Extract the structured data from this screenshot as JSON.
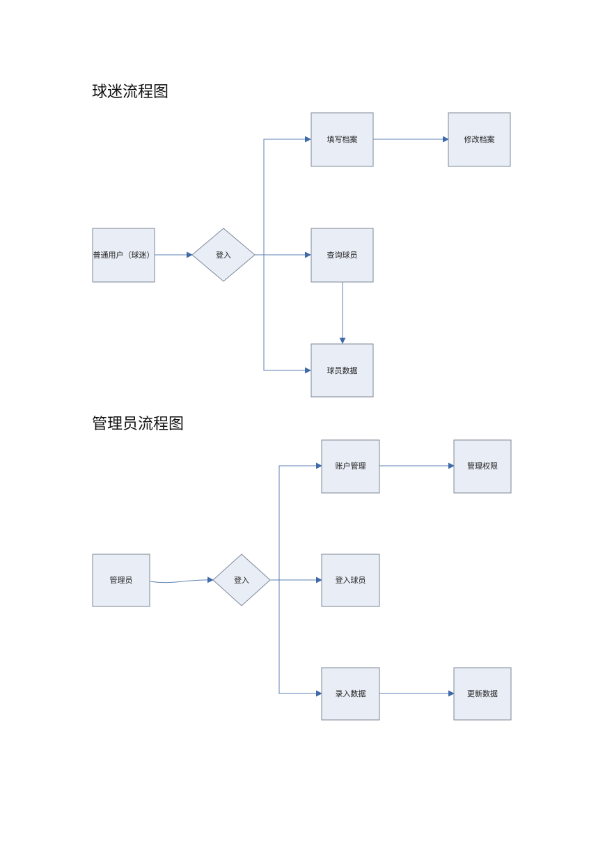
{
  "fan_section": {
    "title": "球迷流程图",
    "nodes": {
      "user": "普通用户（球迷）",
      "login": "登入",
      "fill_profile": "填写档案",
      "edit_profile": "修改档案",
      "query_player": "查询球员",
      "player_data": "球员数据"
    }
  },
  "admin_section": {
    "title": "管理员流程图",
    "nodes": {
      "admin": "管理员",
      "login": "登入",
      "account_mgmt": "账户管理",
      "mgmt_permission": "管理权限",
      "register_player": "登入球员",
      "input_data": "录入数据",
      "update_data": "更新数据"
    }
  },
  "colors": {
    "box_fill": "#e9eef6",
    "box_stroke": "#7c8796",
    "line": "#5b7fb5",
    "arrow": "#3f6aa8"
  }
}
